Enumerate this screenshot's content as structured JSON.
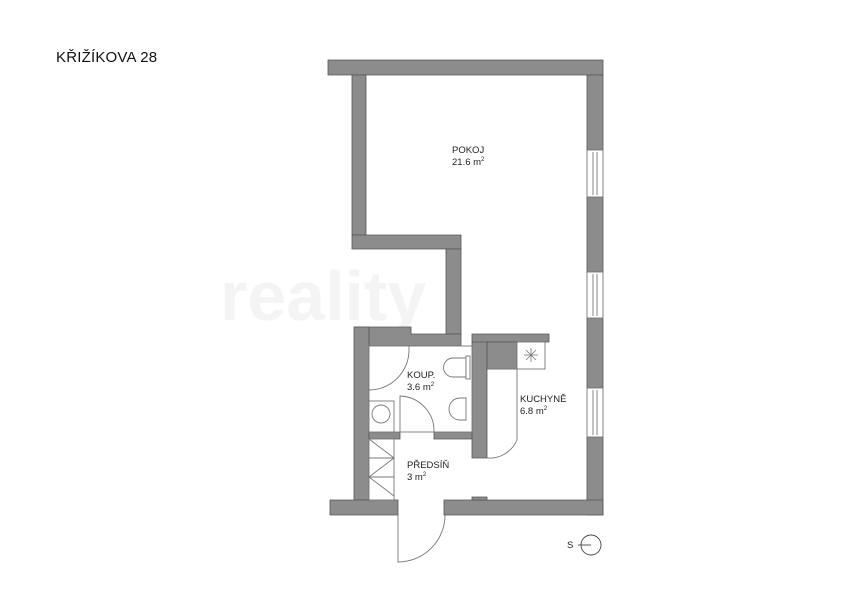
{
  "plan": {
    "title": "KŘIŽÍKOVA 28",
    "wall_color": "#8c8c8c",
    "rooms": [
      {
        "name": "POKOJ",
        "area": "21.6 m",
        "sup": "2"
      },
      {
        "name": "KOUP.",
        "area": "3.6 m",
        "sup": "2"
      },
      {
        "name": "KUCHYNĚ",
        "area": "6.8 m",
        "sup": "2"
      },
      {
        "name": "PŘEDSÍŇ",
        "area": "3 m",
        "sup": "2"
      }
    ],
    "compass": {
      "label": "S"
    }
  }
}
